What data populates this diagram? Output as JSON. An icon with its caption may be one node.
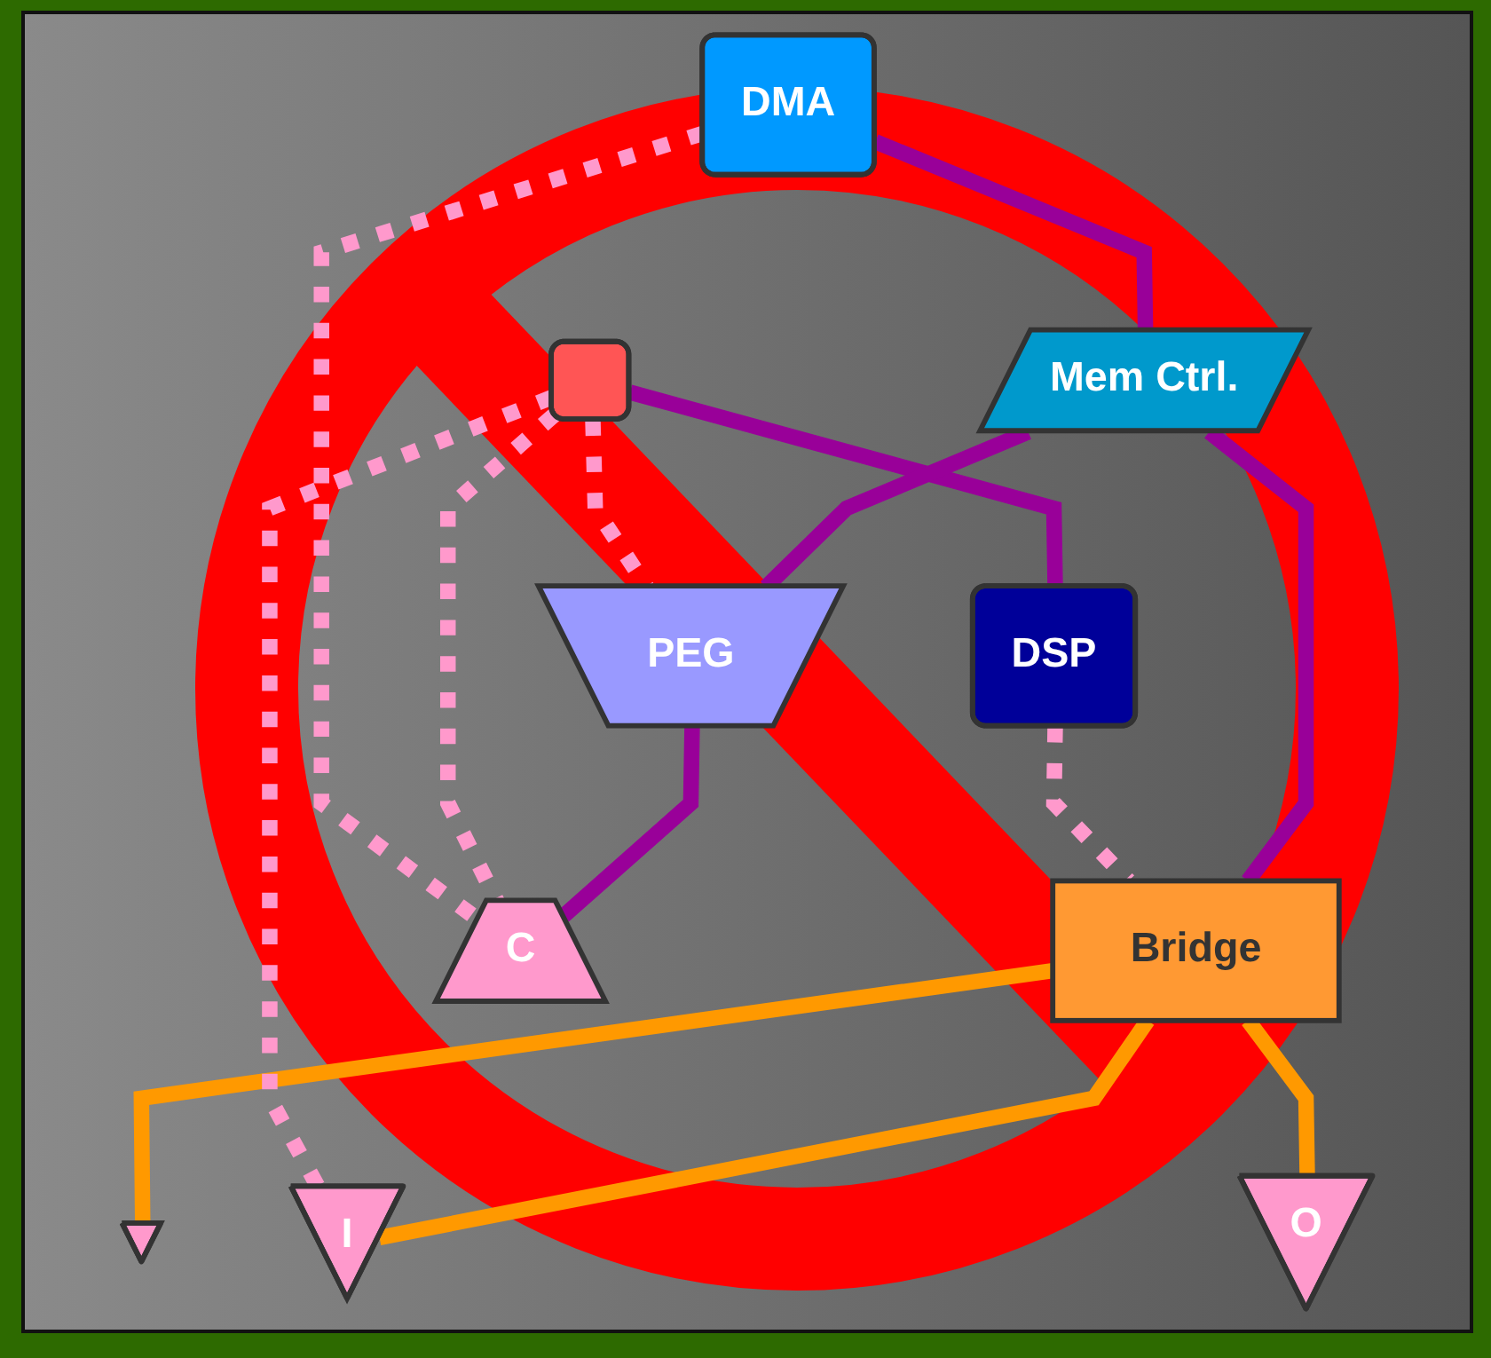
{
  "diagram": {
    "nodes": [
      {
        "text": [
          "DMA"
        ]
      },
      {
        "text": [],
        "shape": "box"
      },
      {
        "text": [
          "DSP"
        ]
      },
      {
        "text": [
          "Mem Ctrl."
        ]
      },
      {
        "text": [
          "Bridge"
        ]
      },
      {
        "text": [
          "PEG"
        ]
      },
      {
        "text": [
          "C"
        ]
      },
      {
        "text": [
          "I"
        ]
      },
      {
        "text": [],
        "shape": "triangle"
      },
      {
        "text": [
          "O"
        ]
      }
    ],
    "edges": [
      {
        "from": 0,
        "to": 3,
        "arrow": "none"
      },
      {
        "from": 3,
        "to": 4,
        "arrow": "none"
      },
      {
        "from": 1,
        "to": 2,
        "arrow": "none"
      },
      {
        "from": 3,
        "to": 5,
        "arrow": "none"
      },
      {
        "from": 5,
        "to": 6,
        "arrow": "none"
      },
      {
        "from": 4,
        "to": 7,
        "arrow": "none",
        "color": "#ff9900"
      },
      {
        "from": 4,
        "to": 8,
        "arrow": "none",
        "color": "#ff9900"
      },
      {
        "from": 4,
        "to": 9,
        "arrow": "none",
        "color": "#ff9900"
      },
      {
        "from": 1,
        "to": 5,
        "arrow": "none",
        "style": "dashed",
        "color": "#ff99cc"
      },
      {
        "from": 1,
        "to": 6,
        "arrow": "none",
        "style": "dashed",
        "color": "#ff99cc"
      },
      {
        "from": 1,
        "to": 7,
        "arrow": "none",
        "style": "dashed",
        "color": "#ff99cc"
      },
      {
        "from": 0,
        "to": 6,
        "arrow": "none",
        "style": "dashed",
        "color": "#ff99cc"
      },
      {
        "from": 2,
        "to": 4,
        "arrow": "none",
        "style": "dashed",
        "color": "#ff99cc"
      }
    ]
  }
}
